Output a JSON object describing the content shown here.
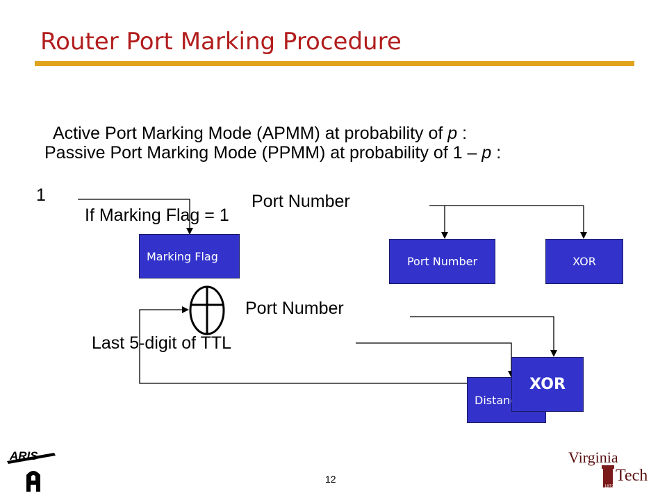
{
  "slide": {
    "title": "Router Port Marking Procedure",
    "page_number": "12"
  },
  "text": {
    "apmm_line": "Active Port Marking Mode (APMM) at probability of",
    "apmm_var": "p",
    "apmm_tail": " :",
    "ppmm_line": "Passive Port Marking Mode (PPMM) at probability of 1 –",
    "ppmm_var": "p",
    "ppmm_tail": " :",
    "one_label": "1",
    "if_marking_flag": "If Marking Flag = 1",
    "port_number_top": "Port Number",
    "port_number_mid": "Port Number",
    "last_ttl": "Last 5-digit of TTL"
  },
  "boxes": {
    "marking_flag": "Marking Flag",
    "port_number": "Port Number",
    "xor_top": "XOR",
    "distance": "Distance",
    "xor_bottom": "XOR"
  },
  "logos": {
    "left_brand": "ARIS",
    "right_line1": "Virginia",
    "right_line2": "Tech",
    "right_year": "1872"
  },
  "colors": {
    "title": "#b21d1d",
    "rule": "#e0a31c",
    "box_fill": "#3333cc"
  },
  "icons": {
    "xor_symbol": "circled-plus-icon"
  }
}
